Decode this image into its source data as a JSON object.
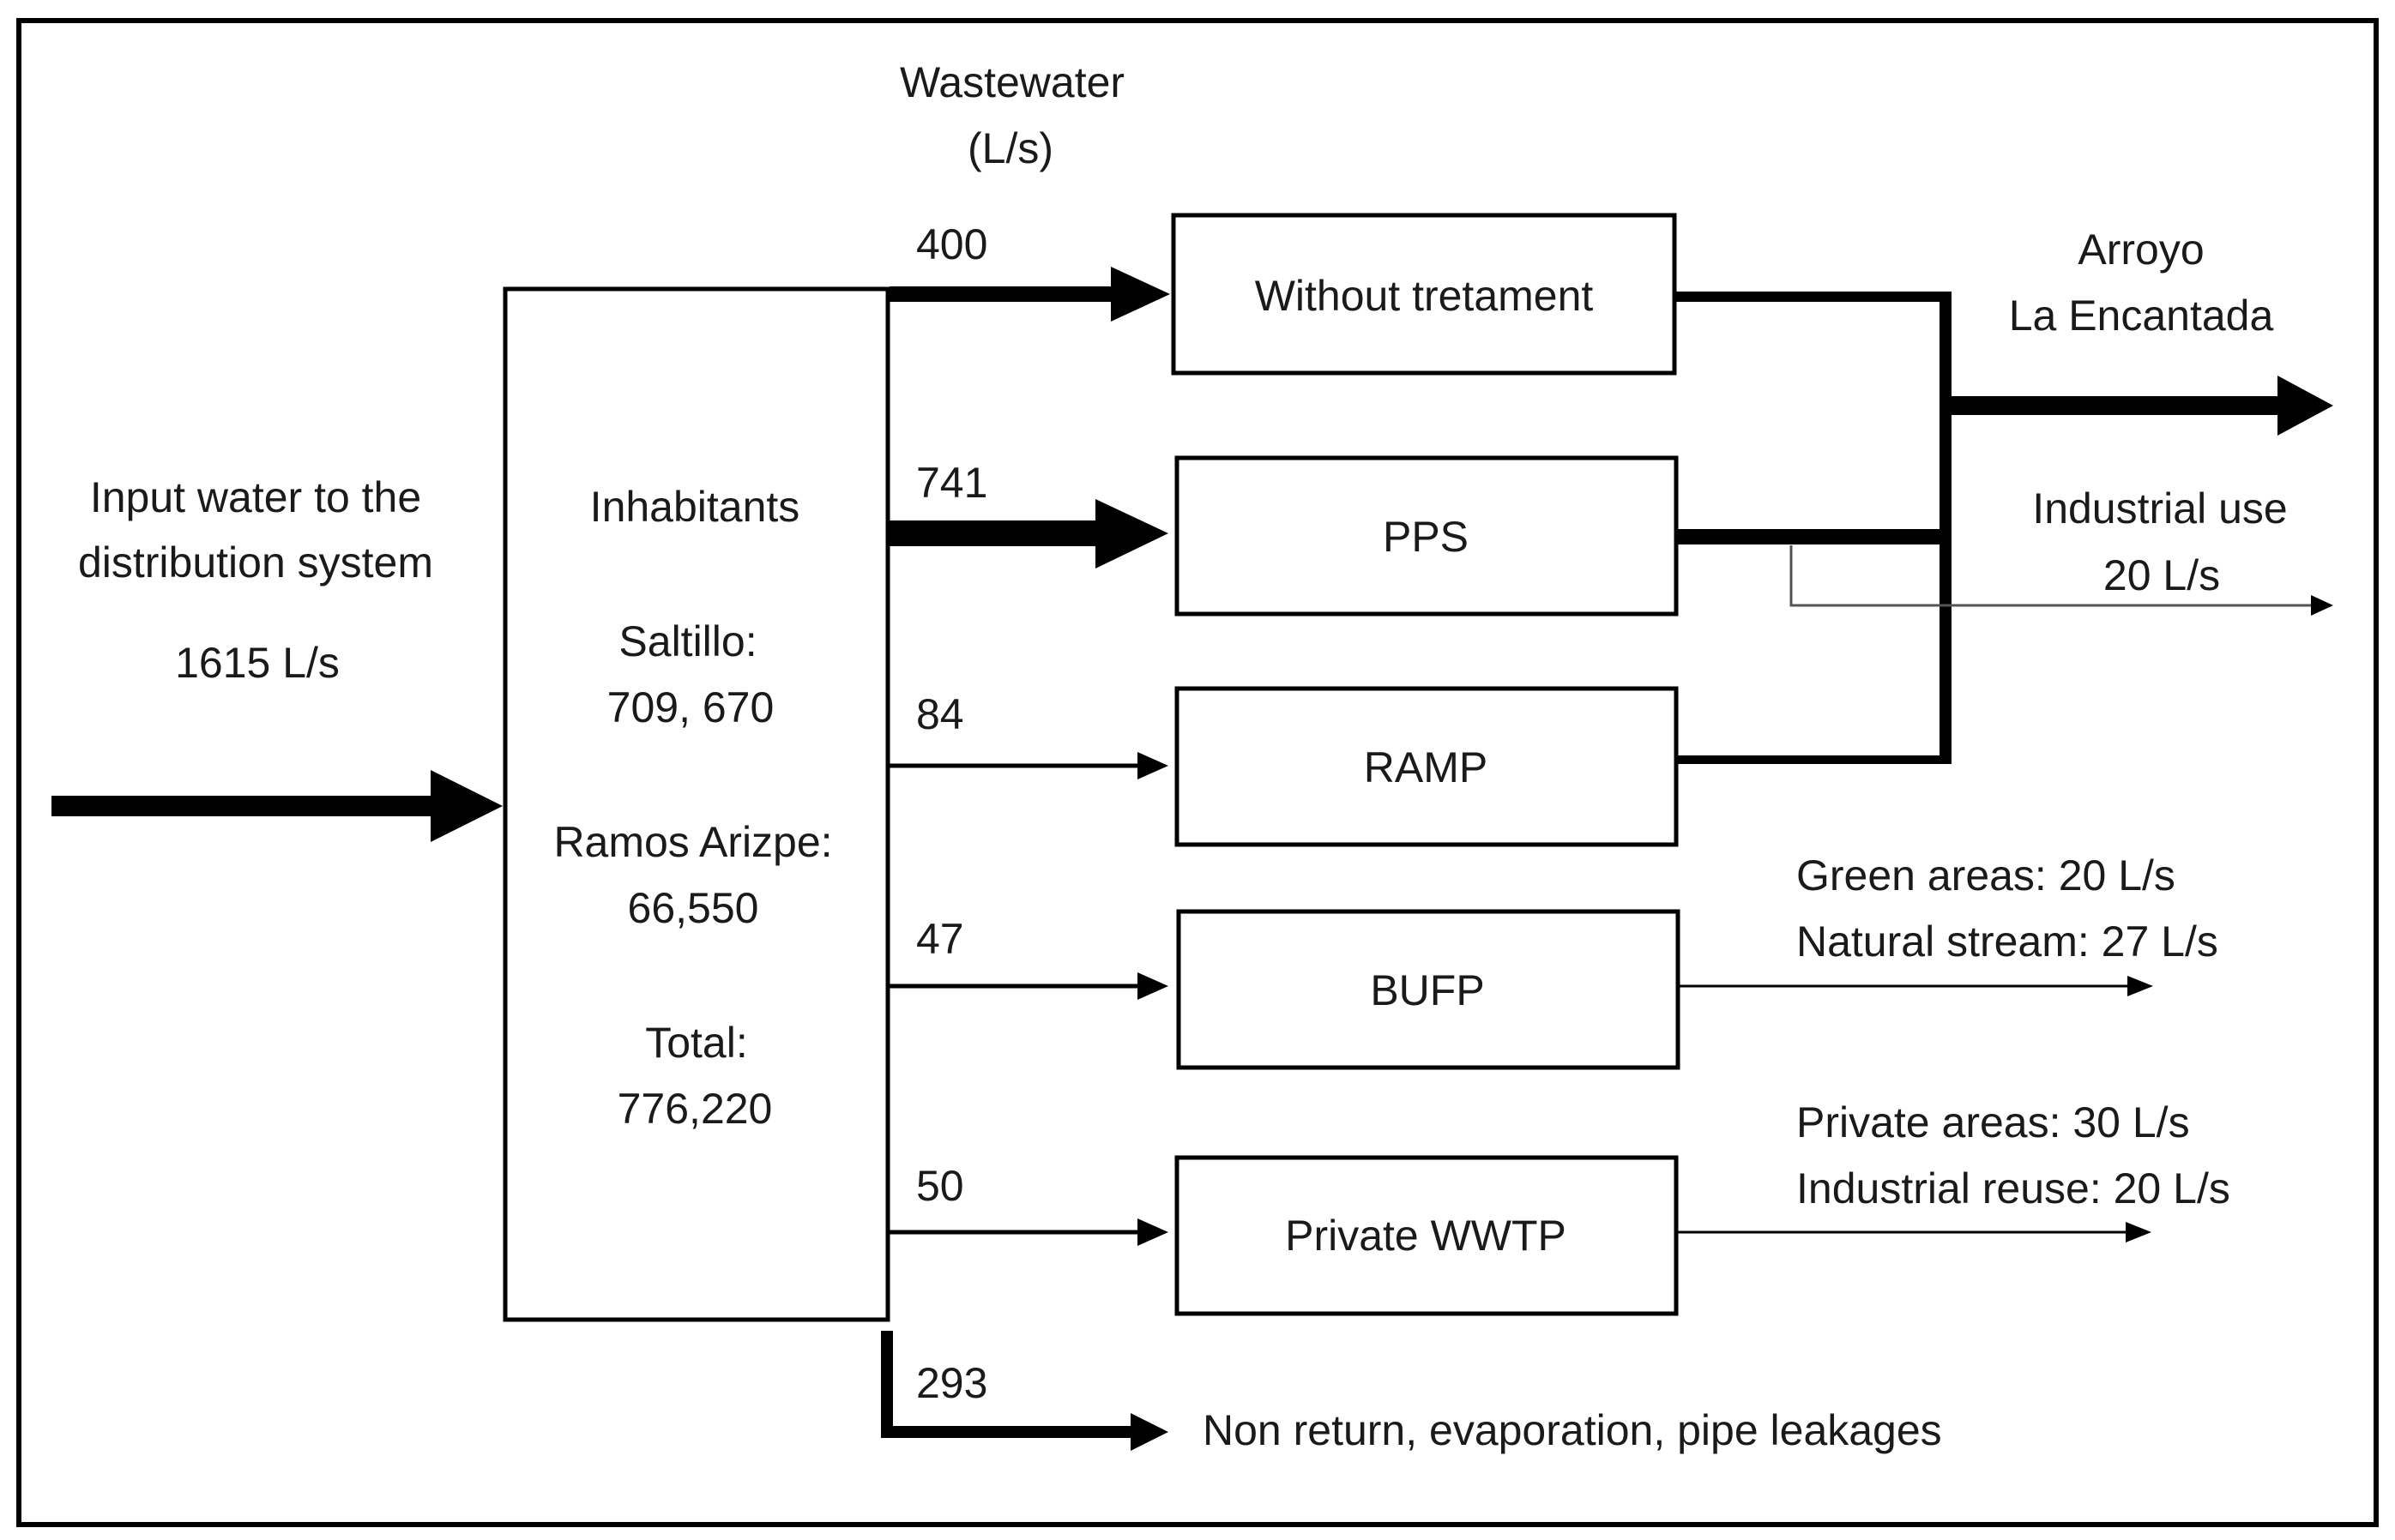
{
  "input": {
    "label_line1": "Input water to the",
    "label_line2": "distribution system",
    "flow": "1615 L/s"
  },
  "population": {
    "title": "Inhabitants",
    "saltillo_label": "Saltillo:",
    "saltillo_value": "709, 670",
    "ramos_label": "Ramos Arizpe:",
    "ramos_value": "66,550",
    "total_label": "Total:",
    "total_value": "776,220"
  },
  "wastewater_header": {
    "line1": "Wastewater",
    "line2": "(L/s)"
  },
  "branches": [
    {
      "flow": "400",
      "box": "Without tretament"
    },
    {
      "flow": "741",
      "box": "PPS"
    },
    {
      "flow": "84",
      "box": "RAMP"
    },
    {
      "flow": "47",
      "box": "BUFP"
    },
    {
      "flow": "50",
      "box": "Private WWTP"
    }
  ],
  "losses": {
    "flow": "293",
    "label": "Non return, evaporation, pipe leakages"
  },
  "outputs": {
    "arroyo_line1": "Arroyo",
    "arroyo_line2": "La Encantada",
    "industrial_use_line1": "Industrial use",
    "industrial_use_line2": "20 L/s",
    "bufp_out_line1": "Green areas: 20 L/s",
    "bufp_out_line2": "Natural stream: 27 L/s",
    "wwtp_out_line1": "Private areas: 30 L/s",
    "wwtp_out_line2": "Industrial reuse: 20 L/s"
  }
}
